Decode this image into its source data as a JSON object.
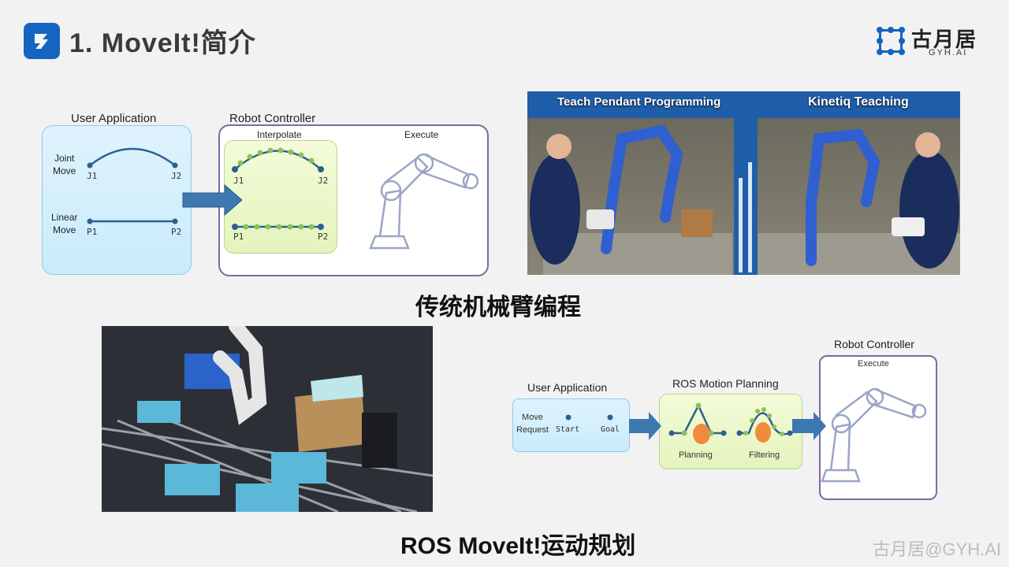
{
  "header": {
    "title": "1. MoveIt!简介",
    "logo_text": "古月居",
    "logo_subtext": "GYH.AI"
  },
  "diagram_traditional": {
    "user_app_title": "User Application",
    "robot_controller_title": "Robot Controller",
    "interpolate_label": "Interpolate",
    "execute_label": "Execute",
    "joint_move_label": "Joint\nMove",
    "linear_move_label": "Linear\nMove",
    "j1": "J1",
    "j2": "J2",
    "p1": "P1",
    "p2": "P2"
  },
  "photo_teaching": {
    "left_label": "Teach Pendant Programming",
    "right_label": "Kinetiq Teaching"
  },
  "caption_traditional": "传统机械臂编程",
  "diagram_ros": {
    "user_app_title": "User Application",
    "motion_planning_title": "ROS Motion Planning",
    "robot_controller_title": "Robot Controller",
    "execute_label": "Execute",
    "move_request_label": "Move\nRequest",
    "start_label": "Start",
    "goal_label": "Goal",
    "planning_label": "Planning",
    "filtering_label": "Filtering"
  },
  "caption_ros": "ROS MoveIt!运动规划",
  "watermark": "古月居@GYH.AI",
  "colors": {
    "title_icon": "#1565c0",
    "arrow": "#3e78b0",
    "path_blue": "#2f5f8f",
    "dot_green": "#8fc05a",
    "obstacle": "#f08a3c"
  }
}
